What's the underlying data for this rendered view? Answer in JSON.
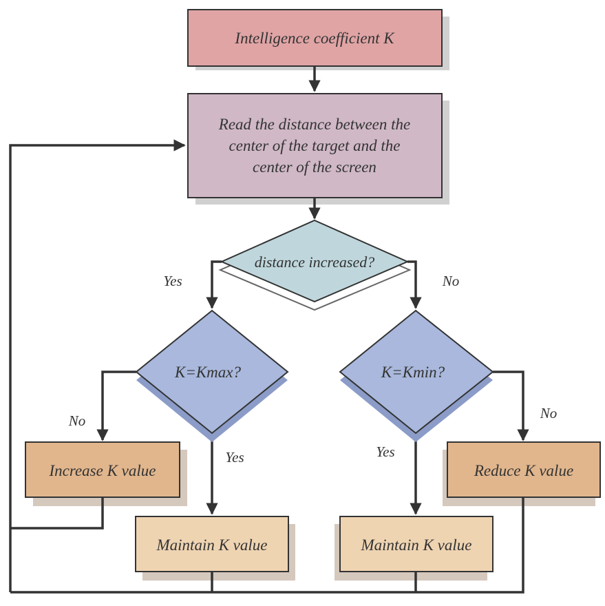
{
  "nodes": {
    "start": "Intelligence coefficient K",
    "read": [
      "Read the distance between the",
      "center of the target and the",
      "center of the screen"
    ],
    "decision_distance": "distance increased?",
    "decision_kmax": "K=Kmax?",
    "decision_kmin": "K=Kmin?",
    "increase": "Increase K value",
    "maintain_left": "Maintain K value",
    "maintain_right": "Maintain K value",
    "reduce": "Reduce K value"
  },
  "edge_labels": {
    "yes_left": "Yes",
    "no_right": "No",
    "no_kmax": "No",
    "yes_kmax": "Yes",
    "yes_kmin": "Yes",
    "no_kmin": "No"
  },
  "colors": {
    "start_fill": "#e0a4a5",
    "read_fill": "#d0b8c6",
    "distance_fill": "#bfd7dc",
    "k_decision_fill": "#a9b8dc",
    "k_decision_shadow": "#8c9cc8",
    "adjust_fill": "#e1b68d",
    "maintain_fill": "#efd4b2",
    "shadow": "#d0d0d0",
    "shadow_warm": "#d5c8bc",
    "line": "#333333"
  }
}
